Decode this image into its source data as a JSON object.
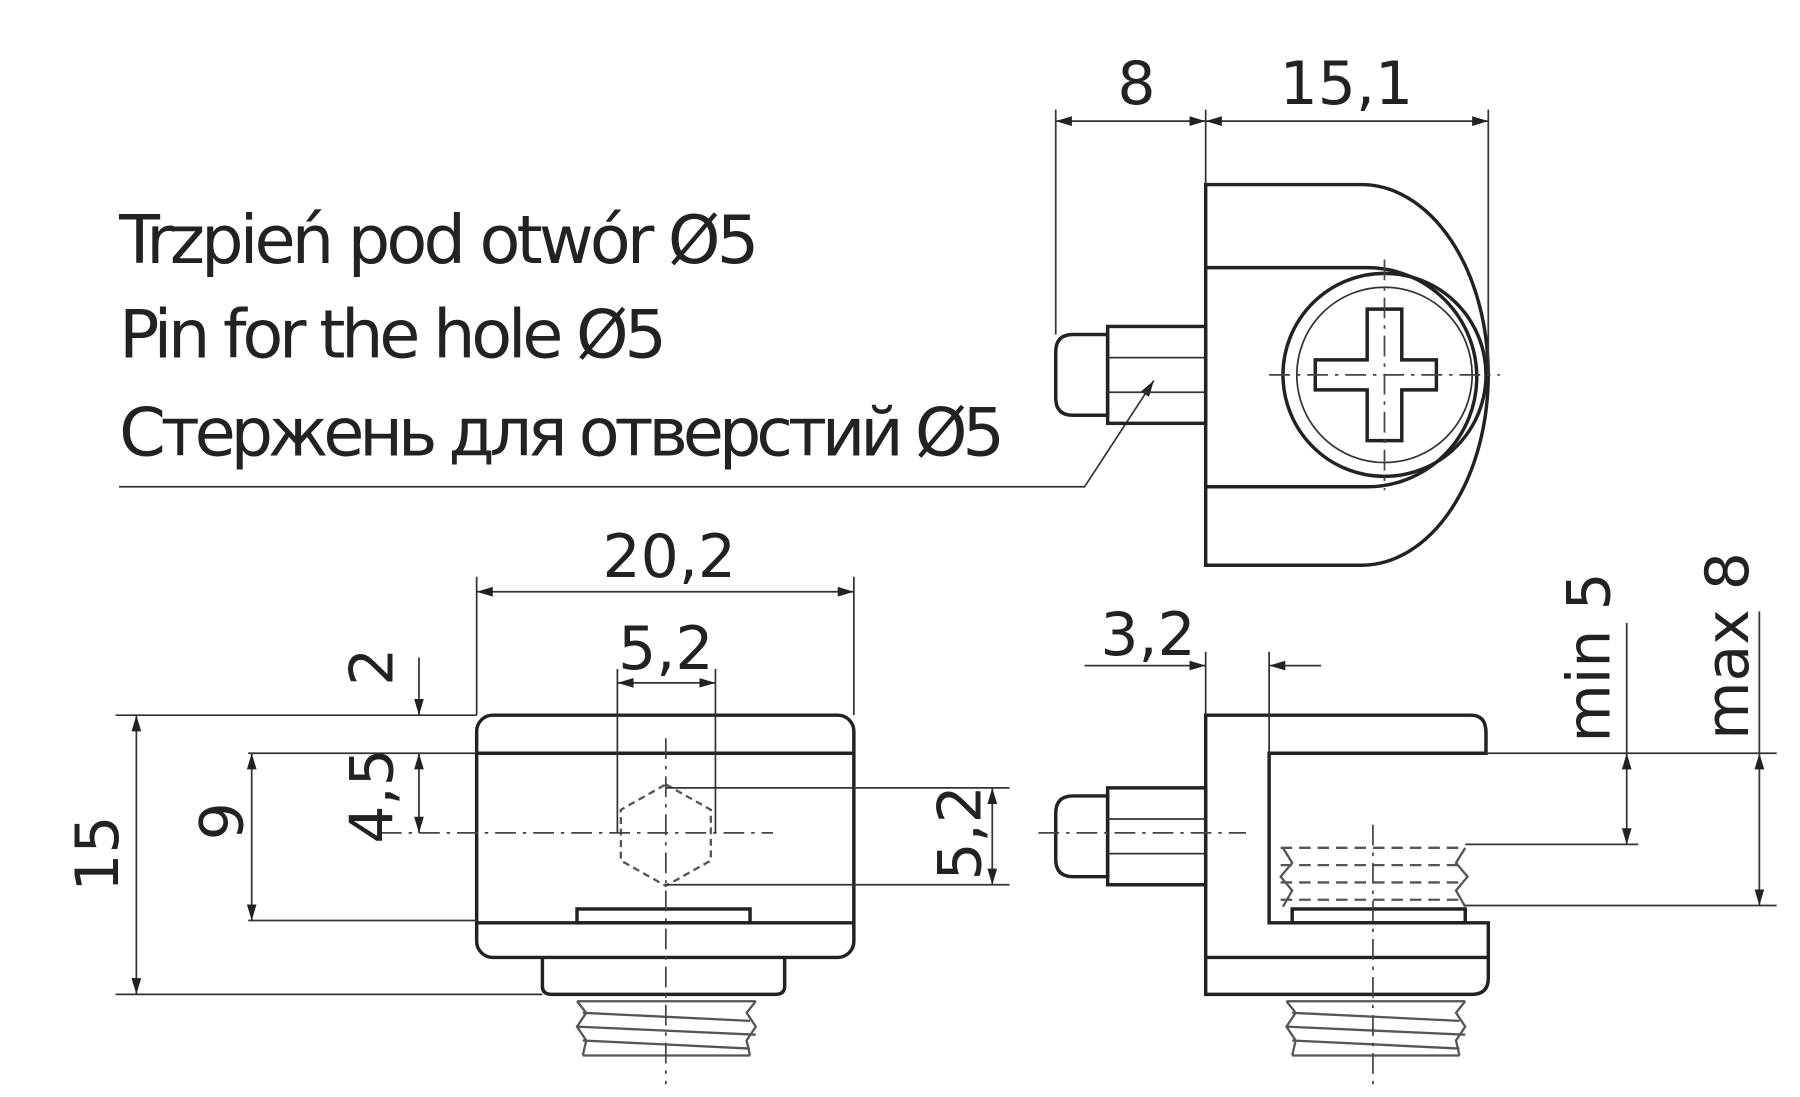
{
  "caption": {
    "line_pl": "Trzpień pod otwór Ø5",
    "line_en": "Pin for the hole Ø5",
    "line_ru": "Стержень для отверстий  Ø5"
  },
  "dimensions": {
    "top_pin_length": "8",
    "top_body_width": "15,1",
    "front_width": "20,2",
    "front_hole_width": "5,2",
    "front_height": "15",
    "front_inner_height": "9",
    "front_top_offset": "2",
    "front_hole_offset": "4,5",
    "front_hole_height": "5,2",
    "side_wall": "3,2",
    "side_min": "min 5",
    "side_max": "max 8"
  }
}
